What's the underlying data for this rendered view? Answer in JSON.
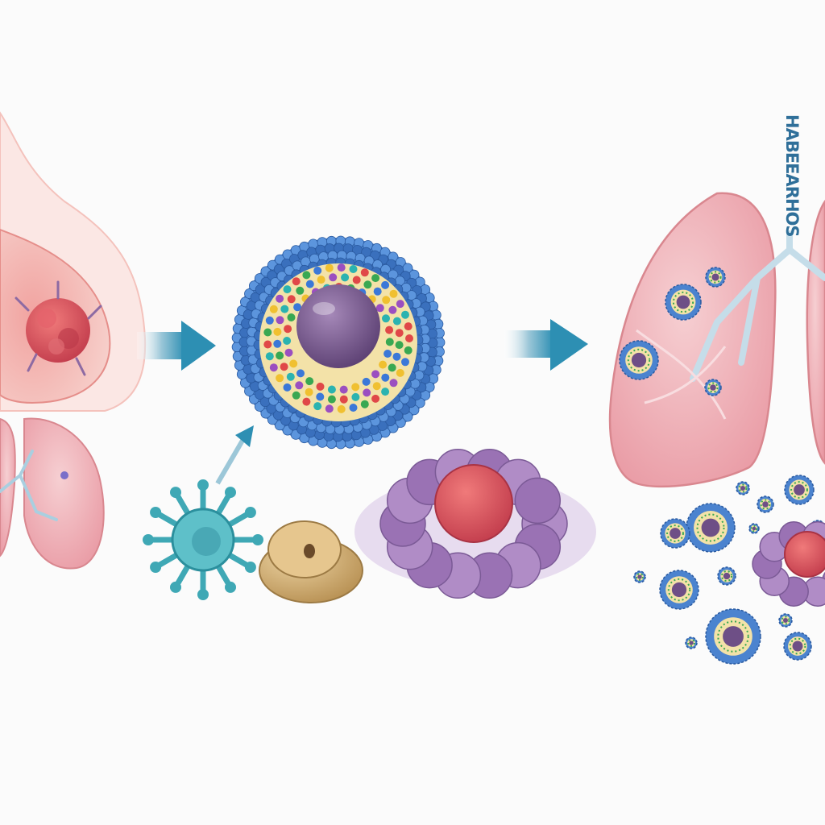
{
  "figure": {
    "side_label": "HABEEARHOS"
  },
  "colors": {
    "background": "#fbfbfb",
    "flow_arrow": "#2d8fb3",
    "lung_tissue": "#f2b7bd",
    "tumor_red": "#d9505a",
    "nanoparticle_shell": "#3f79c7",
    "nanoparticle_core": "#6e4f86",
    "tumor_cluster": "#a07ab8",
    "dendritic_cell": "#3fa8b5",
    "macrophage": "#c9a56a"
  },
  "stages": [
    "primary-tumor",
    "nanoparticle-therapy",
    "metastatic-lungs"
  ]
}
